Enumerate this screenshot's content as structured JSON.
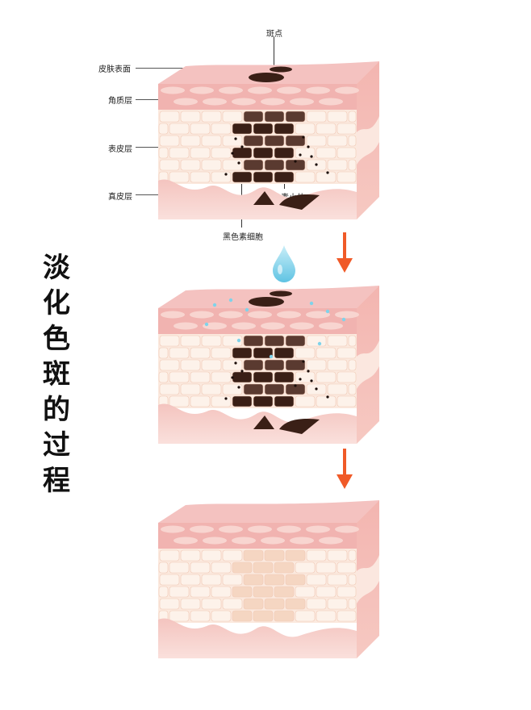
{
  "title": "淡化色斑的过程",
  "labels": {
    "spot": "斑点",
    "surface": "皮肤表面",
    "stratum_corneum": "角质层",
    "epidermis": "表皮层",
    "dermis": "真皮层",
    "melanosome": "黑色素小体",
    "melanocyte": "黑色素细胞"
  },
  "stages": [
    {
      "name": "stage-pigmented"
    },
    {
      "name": "stage-treatment"
    },
    {
      "name": "stage-faded"
    }
  ],
  "colors": {
    "arrow": "#f05a28",
    "melanin_dark": "#3a1f16",
    "melanin_mid": "#5a3a30",
    "droplet": "#7fd3ea"
  }
}
